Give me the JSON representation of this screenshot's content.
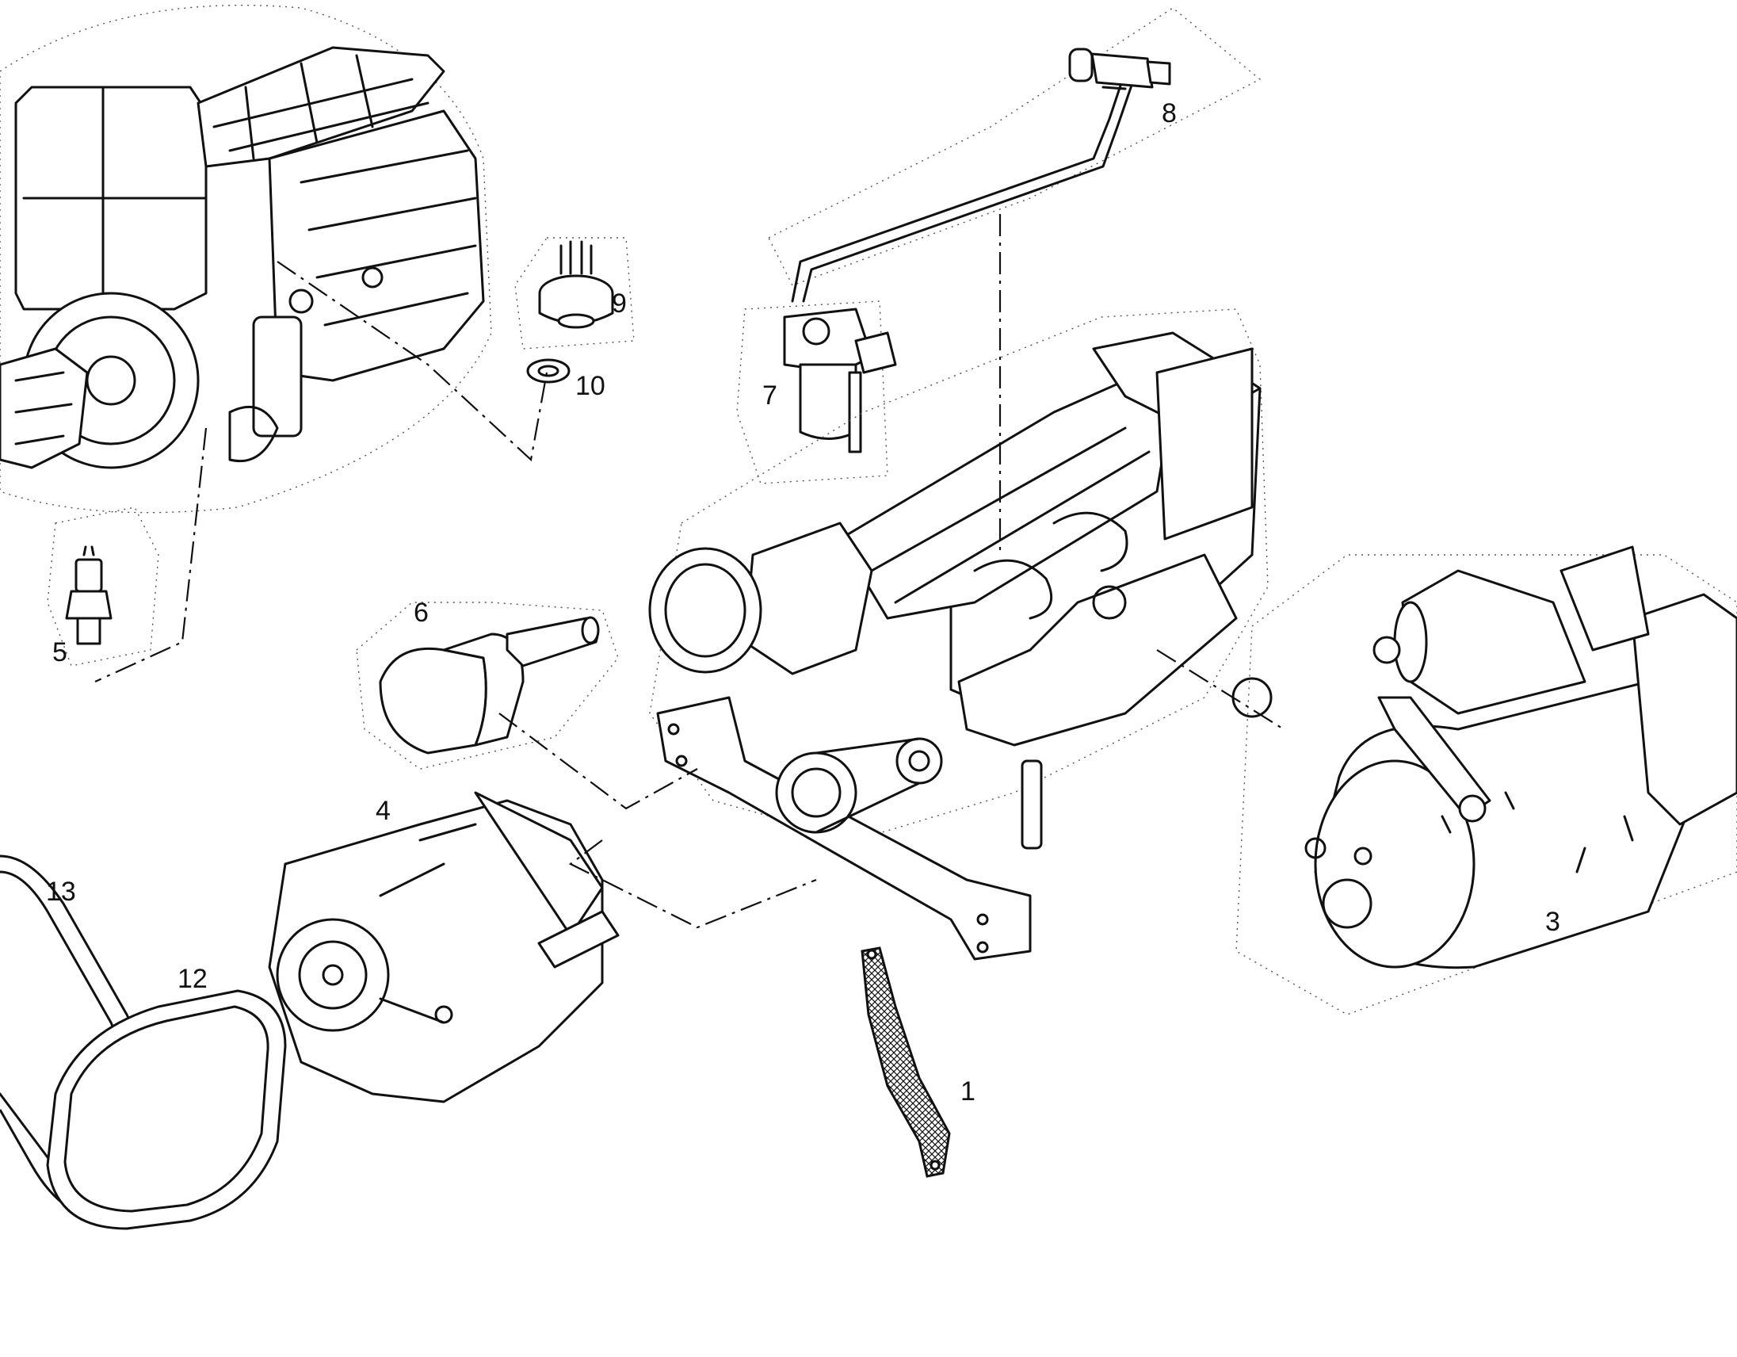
{
  "callouts": {
    "p1": "1",
    "p3": "3",
    "p4": "4",
    "p5": "5",
    "p6": "6",
    "p7": "7",
    "p8": "8",
    "p9": "9",
    "p10": "10",
    "p12": "12",
    "p13": "13"
  },
  "colors": {
    "ink": "#111111",
    "paper": "#ffffff"
  }
}
